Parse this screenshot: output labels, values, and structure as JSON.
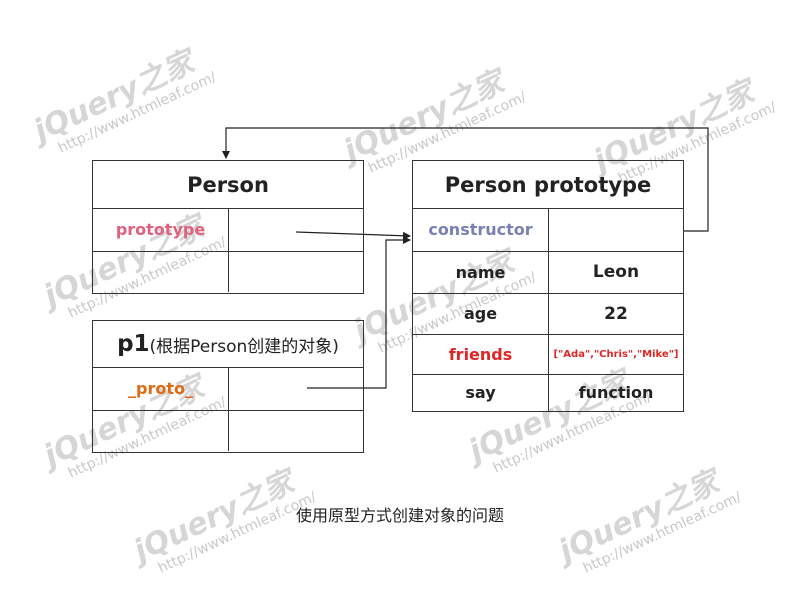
{
  "watermark": {
    "brand": "jQuery之家",
    "url": "http://www.htmleaf.com/"
  },
  "person": {
    "title": "Person",
    "rows": [
      {
        "key": "prototype",
        "value": ""
      },
      {
        "key": "",
        "value": ""
      }
    ]
  },
  "p1": {
    "title_main": "p1",
    "title_note": "(根据Person创建的对象)",
    "rows": [
      {
        "key": "_proto_",
        "value": ""
      },
      {
        "key": "",
        "value": ""
      }
    ]
  },
  "prototype": {
    "title": "Person prototype",
    "rows": [
      {
        "key": "constructor",
        "value": ""
      },
      {
        "key": "name",
        "value": "Leon"
      },
      {
        "key": "age",
        "value": "22"
      },
      {
        "key": "friends",
        "value": "[\"Ada\",\"Chris\",\"Mike\"]"
      },
      {
        "key": "say",
        "value": "function"
      }
    ]
  },
  "caption": "使用原型方式创建对象的问题",
  "colors": {
    "prototype_key": "#e0607e",
    "proto_key": "#e06a12",
    "constructor_key": "#7a7fb5",
    "friends_key": "#e02525",
    "friends_value": "#e02525",
    "line": "#222222"
  }
}
